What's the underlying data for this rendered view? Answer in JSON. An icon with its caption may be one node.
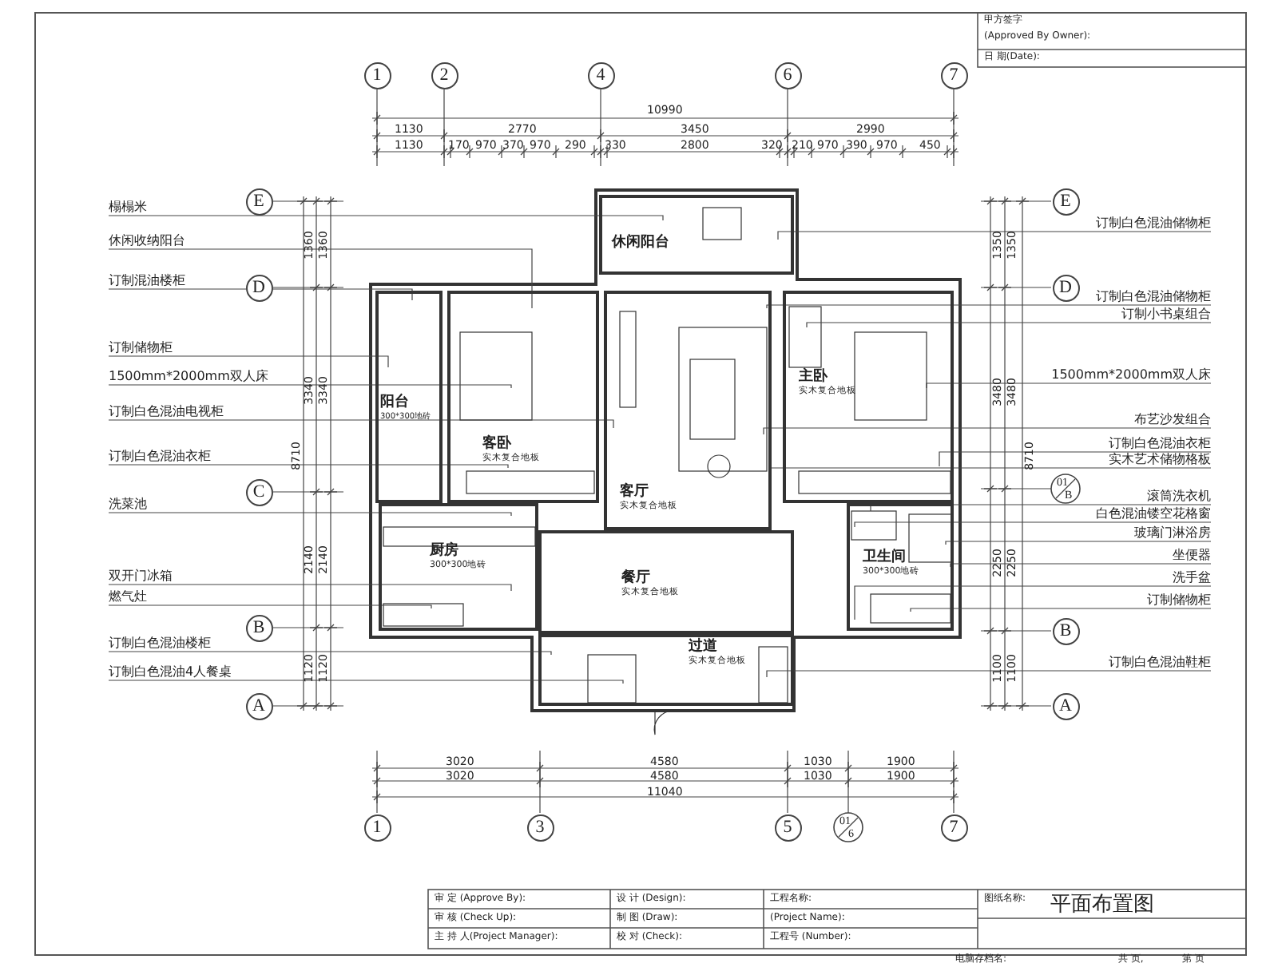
{
  "diagram": {
    "title": "平面布置图",
    "nodes": [
      {
        "text": [
          "休闲阳台"
        ]
      },
      {
        "text": [
          "阳台",
          "300*300地砖"
        ]
      },
      {
        "text": [
          "客卧",
          "实木复合地板"
        ]
      },
      {
        "text": [
          "客厅",
          "实木复合地板"
        ]
      },
      {
        "text": [
          "主卧",
          "实木复合地板"
        ]
      },
      {
        "text": [
          "厨房",
          "300*300地砖"
        ]
      },
      {
        "text": [
          "卫生间",
          "300*300地砖"
        ]
      },
      {
        "text": [
          "餐厅",
          "实木复合地板"
        ]
      },
      {
        "text": [
          "过道",
          "实木复合地板"
        ]
      },
      {
        "text": [
          "榻榻米"
        ]
      },
      {
        "text": [
          "休闲收纳阳台"
        ]
      },
      {
        "text": [
          "订制混油楼柜"
        ]
      },
      {
        "text": [
          "订制储物柜"
        ]
      },
      {
        "text": [
          "1500mm*2000mm双人床"
        ]
      },
      {
        "text": [
          "订制白色混油电视柜"
        ]
      },
      {
        "text": [
          "订制白色混油衣柜"
        ]
      },
      {
        "text": [
          "洗菜池"
        ]
      },
      {
        "text": [
          "双开门冰箱"
        ]
      },
      {
        "text": [
          "燃气灶"
        ]
      },
      {
        "text": [
          "订制白色混油楼柜"
        ]
      },
      {
        "text": [
          "订制白色混油4人餐桌"
        ]
      },
      {
        "text": [
          "订制白色混油储物柜"
        ]
      },
      {
        "text": [
          "订制白色混油储物柜"
        ]
      },
      {
        "text": [
          "订制小书桌组合"
        ]
      },
      {
        "text": [
          "1500mm*2000mm双人床"
        ]
      },
      {
        "text": [
          "布艺沙发组合"
        ]
      },
      {
        "text": [
          "订制白色混油衣柜"
        ]
      },
      {
        "text": [
          "实木艺术储物格板"
        ]
      },
      {
        "text": [
          "滚筒洗衣机"
        ]
      },
      {
        "text": [
          "白色混油镂空花格窗"
        ]
      },
      {
        "text": [
          "玻璃门淋浴房"
        ]
      },
      {
        "text": [
          "坐便器"
        ]
      },
      {
        "text": [
          "洗手盆"
        ]
      },
      {
        "text": [
          "订制储物柜"
        ]
      },
      {
        "text": [
          "订制白色混油鞋柜"
        ]
      }
    ],
    "edges": [
      {
        "from": 9,
        "to": 0,
        "arrow": "none"
      },
      {
        "from": 10,
        "to": 2,
        "arrow": "none"
      },
      {
        "from": 11,
        "to": 1,
        "arrow": "none"
      },
      {
        "from": 12,
        "to": 1,
        "arrow": "none"
      },
      {
        "from": 13,
        "to": 2,
        "arrow": "none"
      },
      {
        "from": 14,
        "to": 3,
        "arrow": "none"
      },
      {
        "from": 15,
        "to": 2,
        "arrow": "none"
      },
      {
        "from": 16,
        "to": 5,
        "arrow": "none"
      },
      {
        "from": 17,
        "to": 5,
        "arrow": "none"
      },
      {
        "from": 18,
        "to": 5,
        "arrow": "none"
      },
      {
        "from": 19,
        "to": 8,
        "arrow": "none"
      },
      {
        "from": 20,
        "to": 8,
        "arrow": "none"
      },
      {
        "from": 21,
        "to": 0,
        "arrow": "none"
      },
      {
        "from": 22,
        "to": 3,
        "arrow": "none"
      },
      {
        "from": 23,
        "to": 4,
        "arrow": "none"
      },
      {
        "from": 24,
        "to": 4,
        "arrow": "none"
      },
      {
        "from": 25,
        "to": 3,
        "arrow": "none"
      },
      {
        "from": 26,
        "to": 4,
        "arrow": "none"
      },
      {
        "from": 27,
        "to": 3,
        "arrow": "none"
      },
      {
        "from": 28,
        "to": 6,
        "arrow": "none"
      },
      {
        "from": 29,
        "to": 6,
        "arrow": "none"
      },
      {
        "from": 30,
        "to": 6,
        "arrow": "none"
      },
      {
        "from": 31,
        "to": 6,
        "arrow": "none"
      },
      {
        "from": 32,
        "to": 6,
        "arrow": "none"
      },
      {
        "from": 33,
        "to": 6,
        "arrow": "none"
      },
      {
        "from": 34,
        "to": 8,
        "arrow": "none"
      }
    ],
    "labels": [
      "甲方签字",
      "(Approved By Owner):",
      "日 期(Date):",
      "1",
      "2",
      "4",
      "6",
      "7",
      "10990",
      "1130",
      "2770",
      "3450",
      "2990",
      "1130",
      "170",
      "970",
      "370",
      "970",
      "290",
      "330",
      "2800",
      "320",
      "210",
      "970",
      "390",
      "970",
      "450",
      "E",
      "D",
      "C",
      "B",
      "A",
      "1360",
      "1360",
      "3340",
      "3340",
      "8710",
      "2140",
      "2140",
      "1120",
      "1120",
      "E",
      "D",
      "01",
      "B",
      "B",
      "A",
      "1350",
      "1350",
      "3480",
      "3480",
      "8710",
      "2250",
      "2250",
      "1100",
      "1100",
      "3020",
      "4580",
      "1030",
      "1900",
      "3020",
      "4580",
      "1030",
      "1900",
      "11040",
      "1",
      "3",
      "5",
      "01",
      "6",
      "7",
      "审 定 (Approve By):",
      "设 计 (Design):",
      "工程名称:",
      "图纸名称:",
      "审 核 (Check Up):",
      "制 图 (Draw):",
      "(Project Name):",
      "主 持 人(Project Manager):",
      "校 对 (Check):",
      "工程号 (Number):",
      "电脑存档名:",
      "共 页,",
      "第 页"
    ]
  }
}
